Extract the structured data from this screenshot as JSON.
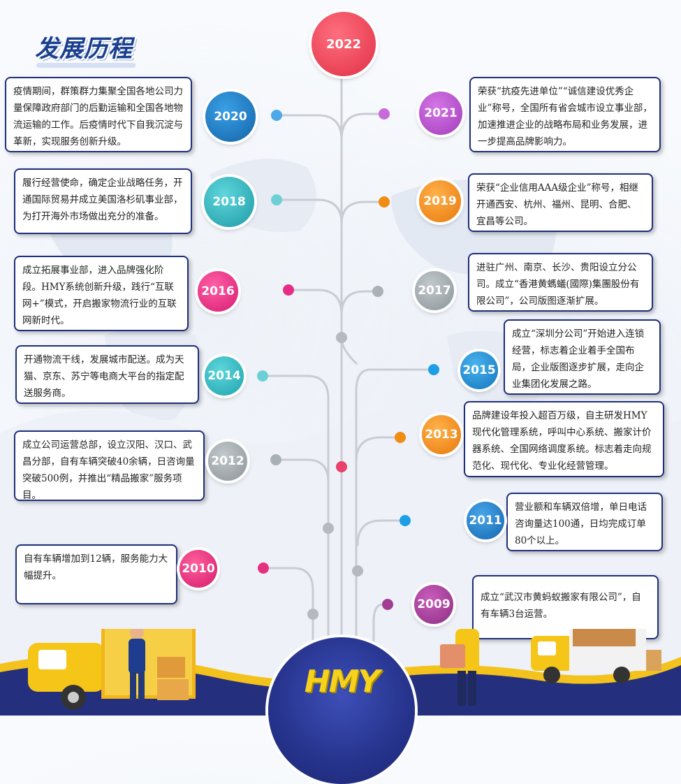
{
  "page": {
    "title": "发展历程"
  },
  "colors": {
    "trunk": "#c9ccd4",
    "box_border": "#1f2f7a",
    "title": "#1a3f8f"
  },
  "top_year": {
    "year": "2022",
    "color": "#e83a4f"
  },
  "logo": {
    "text": "HMY"
  },
  "events": [
    {
      "year": "2020",
      "color": "#1e7fc4",
      "text": "疫情期间，群策群力集聚全国各地公司力量保障政府部门的后勤运输和全国各地物流运输的工作。后疫情时代下自我沉淀与革新，实现服务创新升级。"
    },
    {
      "year": "2021",
      "color": "#b94bd0",
      "text": "荣获“抗疫先进单位”“诚信建设优秀企业”称号，全国所有省会城市设立事业部，加速推进企业的战略布局和业务发展，进一步提高品牌影响力。"
    },
    {
      "year": "2018",
      "color": "#2ab3bd",
      "text": "履行经营使命，确定企业战略任务，开通国际贸易并成立美国洛杉矶事业部，为打开海外市场做出充分的准备。"
    },
    {
      "year": "2019",
      "color": "#f08c12",
      "text": "荣获“企业信用AAA级企业”称号，相继开通西安、杭州、福州、昆明、合肥、宜昌等公司。"
    },
    {
      "year": "2016",
      "color": "#e62c86",
      "text": "成立拓展事业部，进入品牌强化阶段。HMY系统创新升级，践行“互联网+”模式，开启搬家物流行业的互联网新时代。"
    },
    {
      "year": "2017",
      "color": "#9aa3a6",
      "text": "进驻广州、南京、长沙、贵阳设立分公司。成立“香港黄螞蟻(國際)集團股份有限公司”，公司版图逐渐扩展。"
    },
    {
      "year": "2014",
      "color": "#25b7c0",
      "text": "开通物流干线，发展城市配送。成为天猫、京东、苏宁等电商大平台的指定配送服务商。"
    },
    {
      "year": "2015",
      "color": "#1c8fd6",
      "text": "成立“深圳分公司”开始进入连锁经营，标志着企业着手全国布局，企业版图逐步扩展，走向企业集团化发展之路。"
    },
    {
      "year": "2012",
      "color": "#9ba6a8",
      "text": "成立公司运营总部，设立汉阳、汉口、武昌分部，自有车辆突破40余辆，日咨询量突破500例，并推出“精品搬家”服务项目。"
    },
    {
      "year": "2013",
      "color": "#f18a12",
      "text": "品牌建设年投入超百万级，自主研发HMY现代化管理系统，呼叫中心系统、搬家计价器系统、全国网络调度系统。标志着走向规范化、现代化、专业化经营管理。"
    },
    {
      "year": "2011",
      "color": "#1d7fc8",
      "text": "营业额和车辆双倍增，单日电话咨询量达100通，日均完成订单80个以上。"
    },
    {
      "year": "2010",
      "color": "#e6307f",
      "text": "自有车辆增加到12辆，服务能力大幅提升。"
    },
    {
      "year": "2009",
      "color": "#a23d93",
      "text": "成立“武汉市黄蚂蚁搬家有限公司”，自有车辆3台运营。"
    }
  ]
}
